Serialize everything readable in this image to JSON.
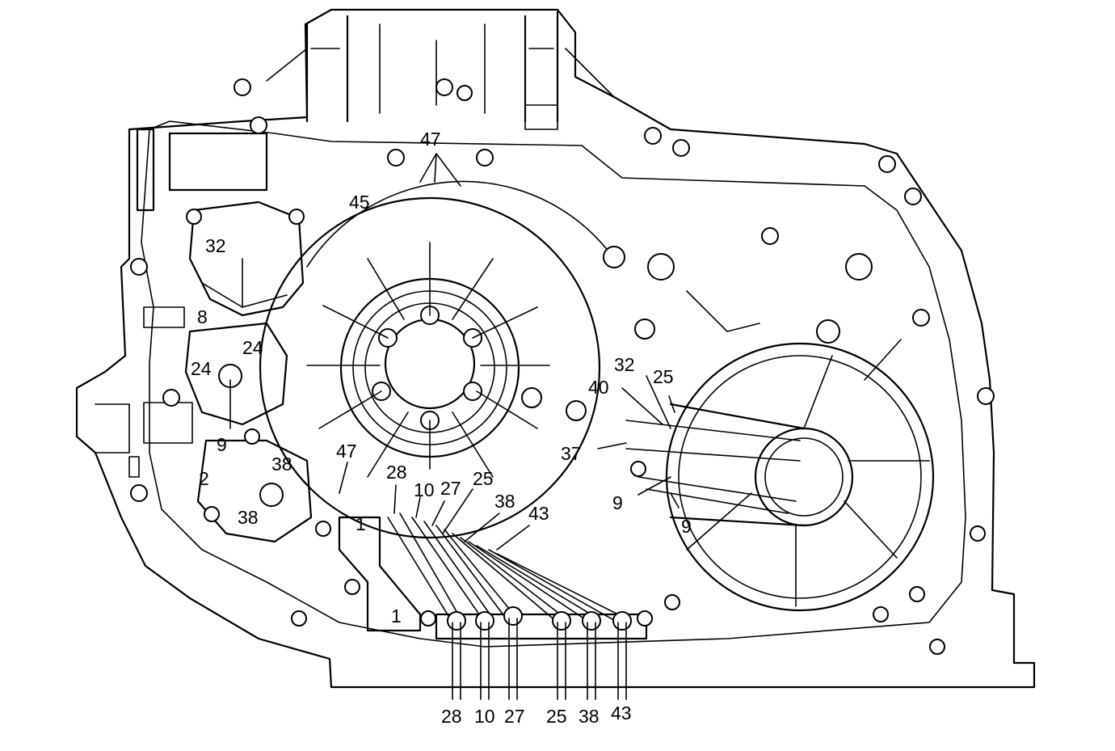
{
  "labels": {
    "l47_top": "47",
    "l45": "45",
    "l32_left": "32",
    "l8": "8",
    "l24_a": "24",
    "l24_b": "24",
    "l9_left": "9",
    "l38_a": "38",
    "l2": "2",
    "l38_b": "38",
    "l47_mid": "47",
    "l1_a": "1",
    "l1_b": "1",
    "l28_mid": "28",
    "l10_mid": "10",
    "l27_mid": "27",
    "l25_mid": "25",
    "l38_mid": "38",
    "l43_mid": "43",
    "l40": "40",
    "l32_right": "32",
    "l25_right": "25",
    "l37": "37",
    "l9_right_a": "9",
    "l9_right_b": "9",
    "b28": "28",
    "b10": "10",
    "b27": "27",
    "b25": "25",
    "b38": "38",
    "b43": "43"
  }
}
